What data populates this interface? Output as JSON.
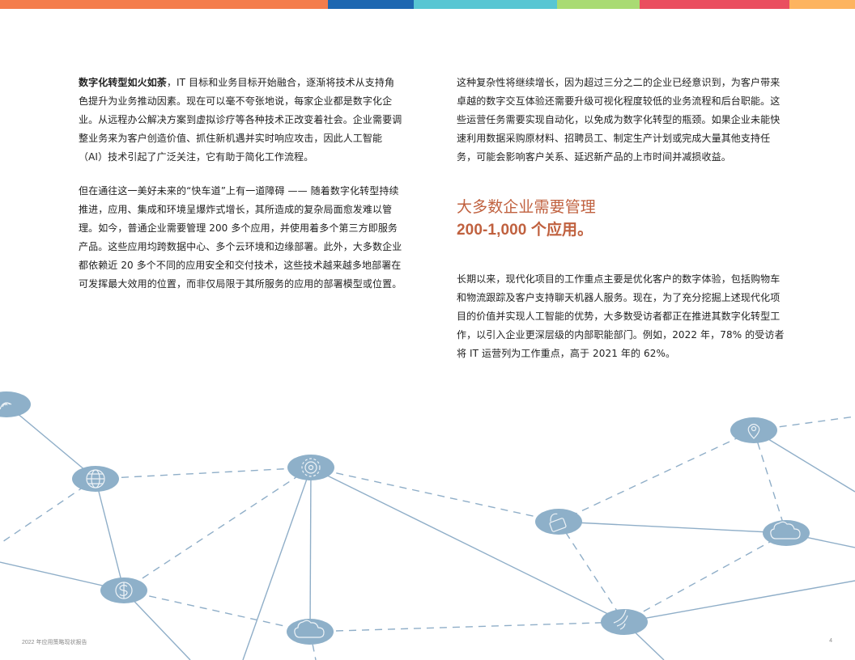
{
  "colors": {
    "stripe": [
      "#f47d4c",
      "#1e67b1",
      "#58c6d3",
      "#a9db73",
      "#ea4e5f",
      "#fdb45f"
    ],
    "network_line": "#8faec8",
    "node_fill": "#8eb0c9",
    "headline": "#c0613f"
  },
  "left_column": {
    "p1_lead": "数字化转型如火如荼",
    "p1_rest": "，IT 目标和业务目标开始融合，逐渐将技术从支持角色提升为业务推动因素。现在可以毫不夸张地说，每家企业都是数字化企业。从远程办公解决方案到虚拟诊疗等各种技术正改变着社会。企业需要调整业务来为客户创造价值、抓住新机遇并实时响应攻击，因此人工智能（AI）技术引起了广泛关注，它有助于简化工作流程。",
    "p2": "但在通往这一美好未来的“快车道”上有一道障碍 —— 随着数字化转型持续推进，应用、集成和环境呈爆炸式增长，其所造成的复杂局面愈发难以管理。如今，普通企业需要管理 200 多个应用，并使用着多个第三方即服务产品。这些应用均跨数据中心、多个云环境和边缘部署。此外，大多数企业都依赖近 20 多个不同的应用安全和交付技术，这些技术越来越多地部署在可发挥最大效用的位置，而非仅局限于其所服务的应用的部署模型或位置。"
  },
  "right_column": {
    "p1": "这种复杂性将继续增长，因为超过三分之二的企业已经意识到，为客户带来卓越的数字交互体验还需要升级可视化程度较低的业务流程和后台职能。这些运营任务需要实现自动化，以免成为数字化转型的瓶颈。如果企业未能快速利用数据采购原材料、招聘员工、制定生产计划或完成大量其他支持任务，可能会影响客户关系、延迟新产品的上市时间并减损收益。",
    "headline_line1": "大多数企业需要管理",
    "headline_line2": "200-1,000 个应用。",
    "p2": "长期以来，现代化项目的工作重点主要是优化客户的数字体验，包括购物车和物流跟踪及客户支持聊天机器人服务。现在，为了充分挖掘上述现代化项目的价值并实现人工智能的优势，大多数受访者都正在推进其数字化转型工作，以引入企业更深层级的内部职能部门。例如，2022 年，78% 的受访者将 IT 运营列为工作重点，高于 2021 年的 62%。"
  },
  "network": {
    "icons": [
      "fingerprint-icon",
      "globe-icon",
      "gear-icon",
      "lock-icon",
      "location-pin-icon",
      "cloud-icon",
      "dollar-icon",
      "cloud-icon",
      "wifi-icon"
    ]
  },
  "footer": {
    "report_title": "2022 年应用策略现状报告",
    "page_number": "4"
  }
}
